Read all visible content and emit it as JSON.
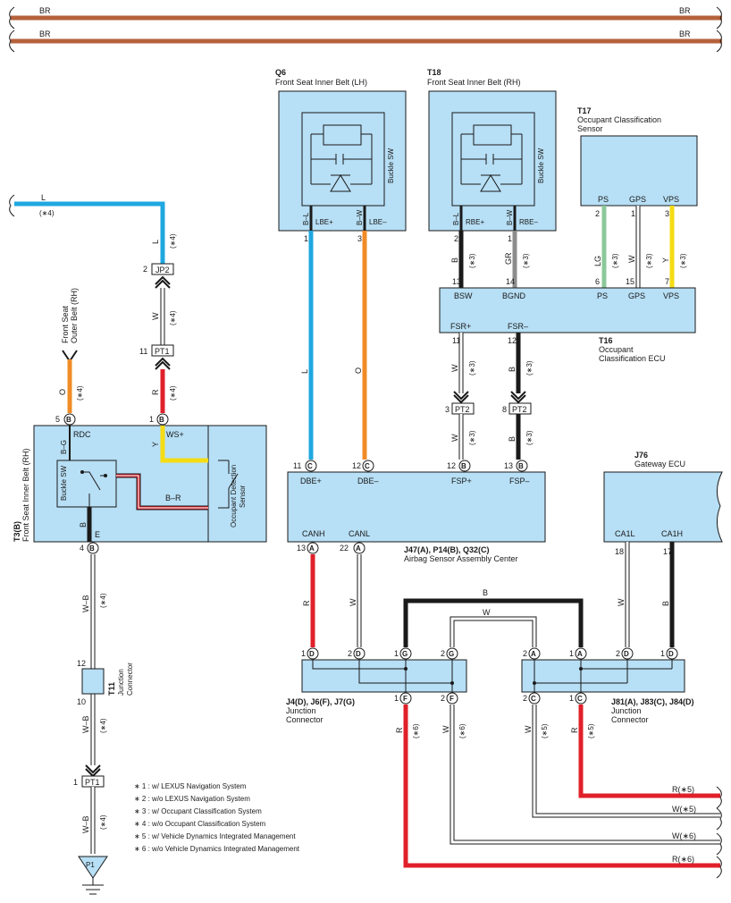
{
  "colors": {
    "brown": "#b5623c",
    "light_blue": "#1fa7e0",
    "orange": "#f08c28",
    "red": "#e0202a",
    "yellow": "#f5dc14",
    "light_green": "#8cc89a",
    "gray": "#8c8c8c",
    "black": "#1a1a1a",
    "white_wire": "#ffffff",
    "box_fill": "#b7dff5",
    "box_border": "#1a1a1a"
  },
  "bus": {
    "top_left": "BR",
    "top_right": "BR",
    "bottom_left": "BR",
    "bottom_right": "BR"
  },
  "components": {
    "q6": {
      "id": "Q6",
      "name": "Front Seat Inner Belt (LH)",
      "sw": "Buckle SW",
      "pin_labels": [
        "B–L",
        "LBE+",
        "B–W",
        "LBE–"
      ],
      "pins": [
        "1",
        "3"
      ]
    },
    "t18": {
      "id": "T18",
      "name": "Front Seat Inner Belt (RH)",
      "sw": "Buckle SW",
      "pin_labels": [
        "B–L",
        "RBE+",
        "B–W",
        "RBE–"
      ],
      "pins": [
        "2",
        "1"
      ]
    },
    "t17": {
      "id": "T17",
      "name_line1": "Occupant Classification",
      "name_line2": "Sensor",
      "pins": [
        {
          "name": "PS",
          "num": "2"
        },
        {
          "name": "GPS",
          "num": "1"
        },
        {
          "name": "VPS",
          "num": "3"
        }
      ]
    },
    "t16": {
      "id": "T16",
      "name_line1": "Occupant",
      "name_line2": "Classification ECU",
      "top_pins": [
        {
          "name": "BSW",
          "num": "13"
        },
        {
          "name": "BGND",
          "num": "14"
        },
        {
          "name": "PS",
          "num": "6"
        },
        {
          "name": "GPS",
          "num": "15"
        },
        {
          "name": "VPS",
          "num": "7"
        }
      ],
      "bottom_pins": [
        {
          "name": "FSR+",
          "num": "11"
        },
        {
          "name": "FSR–",
          "num": "12"
        }
      ]
    },
    "t3": {
      "id": "T3(B)",
      "name": "Front Seat Inner Belt (RH)",
      "sw": "Buckle SW",
      "sensor_line1": "Occupant Detection",
      "sensor_line2": "Sensor",
      "rdc": "RDC",
      "ws": "WS+",
      "e": "E",
      "bg": "B–G",
      "br": "B–R",
      "b": "B",
      "y": "Y",
      "pin5": "5",
      "pin1": "1",
      "pin4": "4",
      "conn": "B"
    },
    "airbag": {
      "name": "J47(A), P14(B), Q32(C)",
      "sub": "Airbag Sensor Assembly Center",
      "pins": [
        {
          "name": "DBE+",
          "num": "11",
          "conn": "C"
        },
        {
          "name": "DBE–",
          "num": "12",
          "conn": "C"
        },
        {
          "name": "FSP+",
          "num": "12",
          "conn": "B"
        },
        {
          "name": "FSP–",
          "num": "13",
          "conn": "B"
        }
      ],
      "bottom_pins": [
        {
          "name": "CANH",
          "num": "13",
          "conn": "A"
        },
        {
          "name": "CANL",
          "num": "22",
          "conn": "A"
        }
      ]
    },
    "j76": {
      "id": "J76",
      "name": "Gateway ECU",
      "pins": [
        {
          "name": "CA1L",
          "num": "18"
        },
        {
          "name": "CA1H",
          "num": "17"
        }
      ]
    },
    "j4": {
      "name": "J4(D), J6(F), J7(G)",
      "sub1": "Junction",
      "sub2": "Connector"
    },
    "j81": {
      "name": "J81(A), J83(C), J84(D)",
      "sub1": "Junction",
      "sub2": "Connector"
    },
    "t11": {
      "id": "T11",
      "name_line1": "Junction",
      "name_line2": "Connector",
      "pin_top": "12",
      "pin_bottom": "10"
    },
    "front_seat_outer": {
      "line1": "Front Seat",
      "line2": "Outer Belt (RH)"
    },
    "p1": {
      "id": "P1"
    }
  },
  "connectors": {
    "jp2": "JP2",
    "pt1": "PT1",
    "pt2": "PT2"
  },
  "wires": {
    "l": "L",
    "o": "O",
    "r": "R",
    "w": "W",
    "b": "B",
    "y": "Y",
    "gr": "GR",
    "lg": "LG",
    "wb": "W–B",
    "note3": "(∗3)",
    "note4": "(∗4)",
    "note5": "(∗5)",
    "note6": "(∗6)",
    "r5": "R(∗5)",
    "w5": "W(∗5)",
    "w6": "W(∗6)",
    "r6": "R(∗6)"
  },
  "notes": [
    "∗ 1 : w/ LEXUS Navigation System",
    "∗ 2 : w/o LEXUS Navigation System",
    "∗ 3 : w/ Occupant Classification System",
    "∗ 4 : w/o Occupant Classification System",
    "∗ 5 : w/ Vehicle Dynamics Integrated Management",
    "∗ 6 : w/o Vehicle Dynamics Integrated Management"
  ]
}
